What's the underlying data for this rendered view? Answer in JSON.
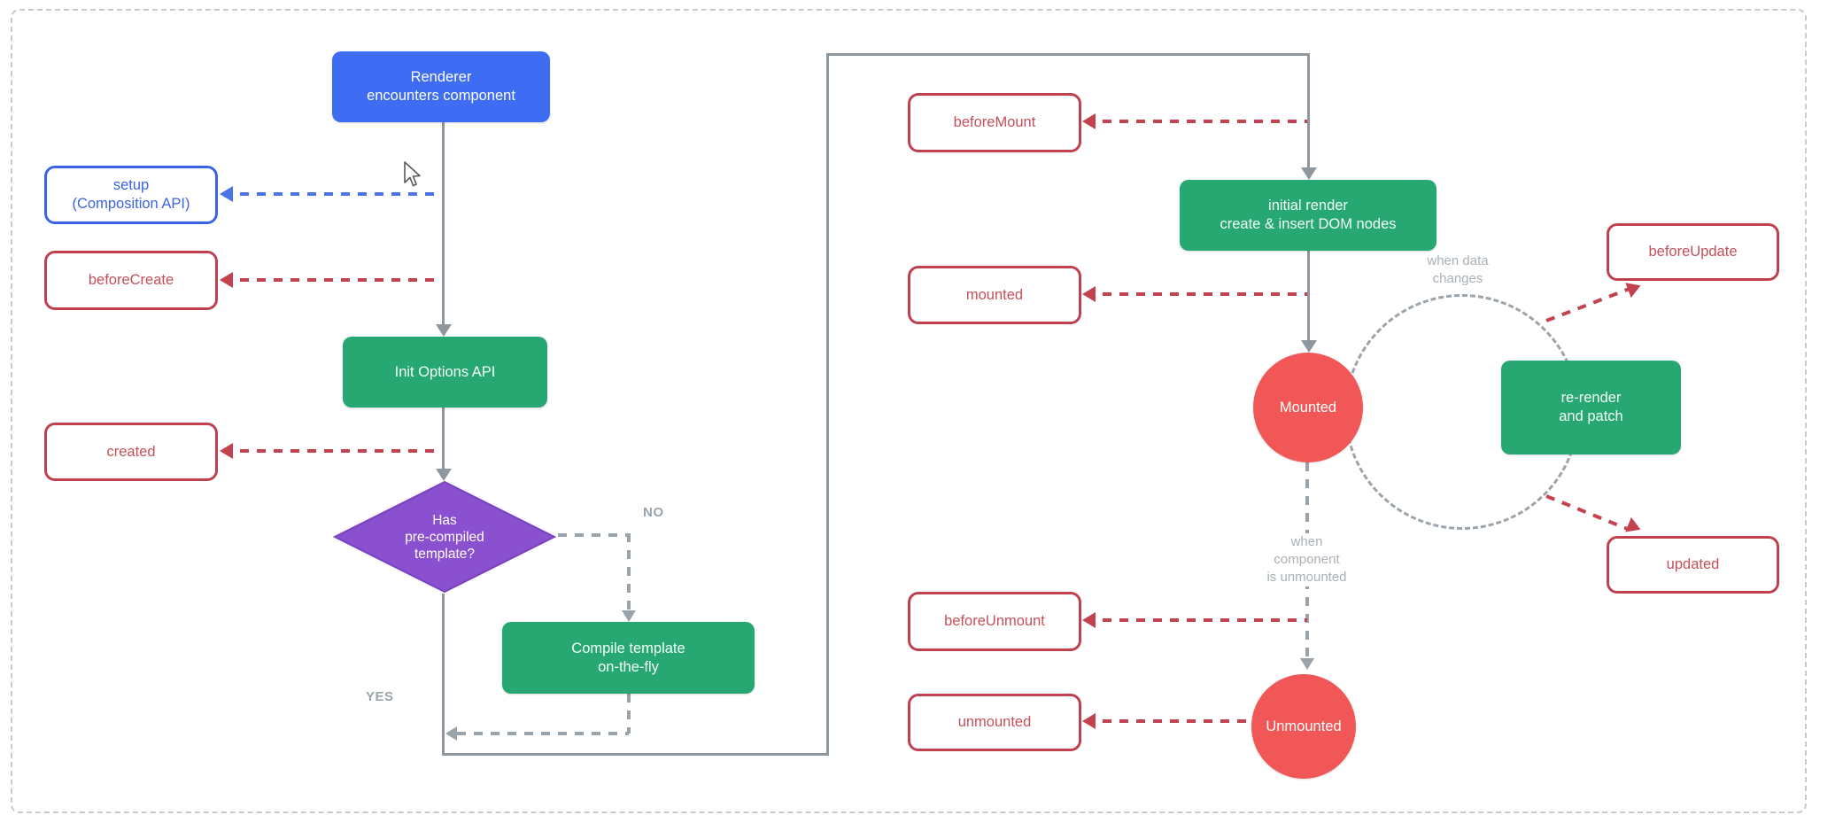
{
  "diagram": {
    "title_hint": "Vue component lifecycle flowchart",
    "nodes": {
      "renderer": {
        "line1": "Renderer",
        "line2": "encounters component"
      },
      "setup": {
        "line1": "setup",
        "line2": "(Composition API)"
      },
      "before_create": {
        "label": "beforeCreate"
      },
      "init_options_api": {
        "label": "Init Options API"
      },
      "created": {
        "label": "created"
      },
      "has_precompiled_template": {
        "line1": "Has",
        "line2": "pre-compiled",
        "line3": "template?"
      },
      "compile_template": {
        "line1": "Compile template",
        "line2": "on-the-fly"
      },
      "initial_render": {
        "line1": "initial render",
        "line2": "create & insert DOM nodes"
      },
      "before_mount": {
        "label": "beforeMount"
      },
      "mounted_hook": {
        "label": "mounted"
      },
      "mounted_state": {
        "label": "Mounted"
      },
      "before_update": {
        "label": "beforeUpdate"
      },
      "re_render_and_patch": {
        "line1": "re-render",
        "line2": "and patch"
      },
      "updated": {
        "label": "updated"
      },
      "before_unmount": {
        "label": "beforeUnmount"
      },
      "unmounted_hook": {
        "label": "unmounted"
      },
      "unmounted_state": {
        "label": "Unmounted"
      }
    },
    "edge_labels": {
      "yes": "YES",
      "no": "NO",
      "when_data_changes": {
        "line1": "when data",
        "line2": "changes"
      },
      "when_component_unmounted": {
        "line1": "when",
        "line2": "component",
        "line3": "is unmounted"
      }
    },
    "colors": {
      "blue_fill": "#3e6cf2",
      "green_fill": "#27a873",
      "purple_fill": "#8a50cf",
      "red_fill": "#f25757",
      "red_outline": "#bf4150",
      "red_text": "#c5505a",
      "blue_outline": "#3b63e4",
      "solid_line_gray": "#8e979d",
      "dashed_gray": "#9aa3a9",
      "dashed_red": "#c2424f",
      "dashed_blue": "#4a74e8",
      "edge_label_gray": "#9aa4ab"
    }
  }
}
